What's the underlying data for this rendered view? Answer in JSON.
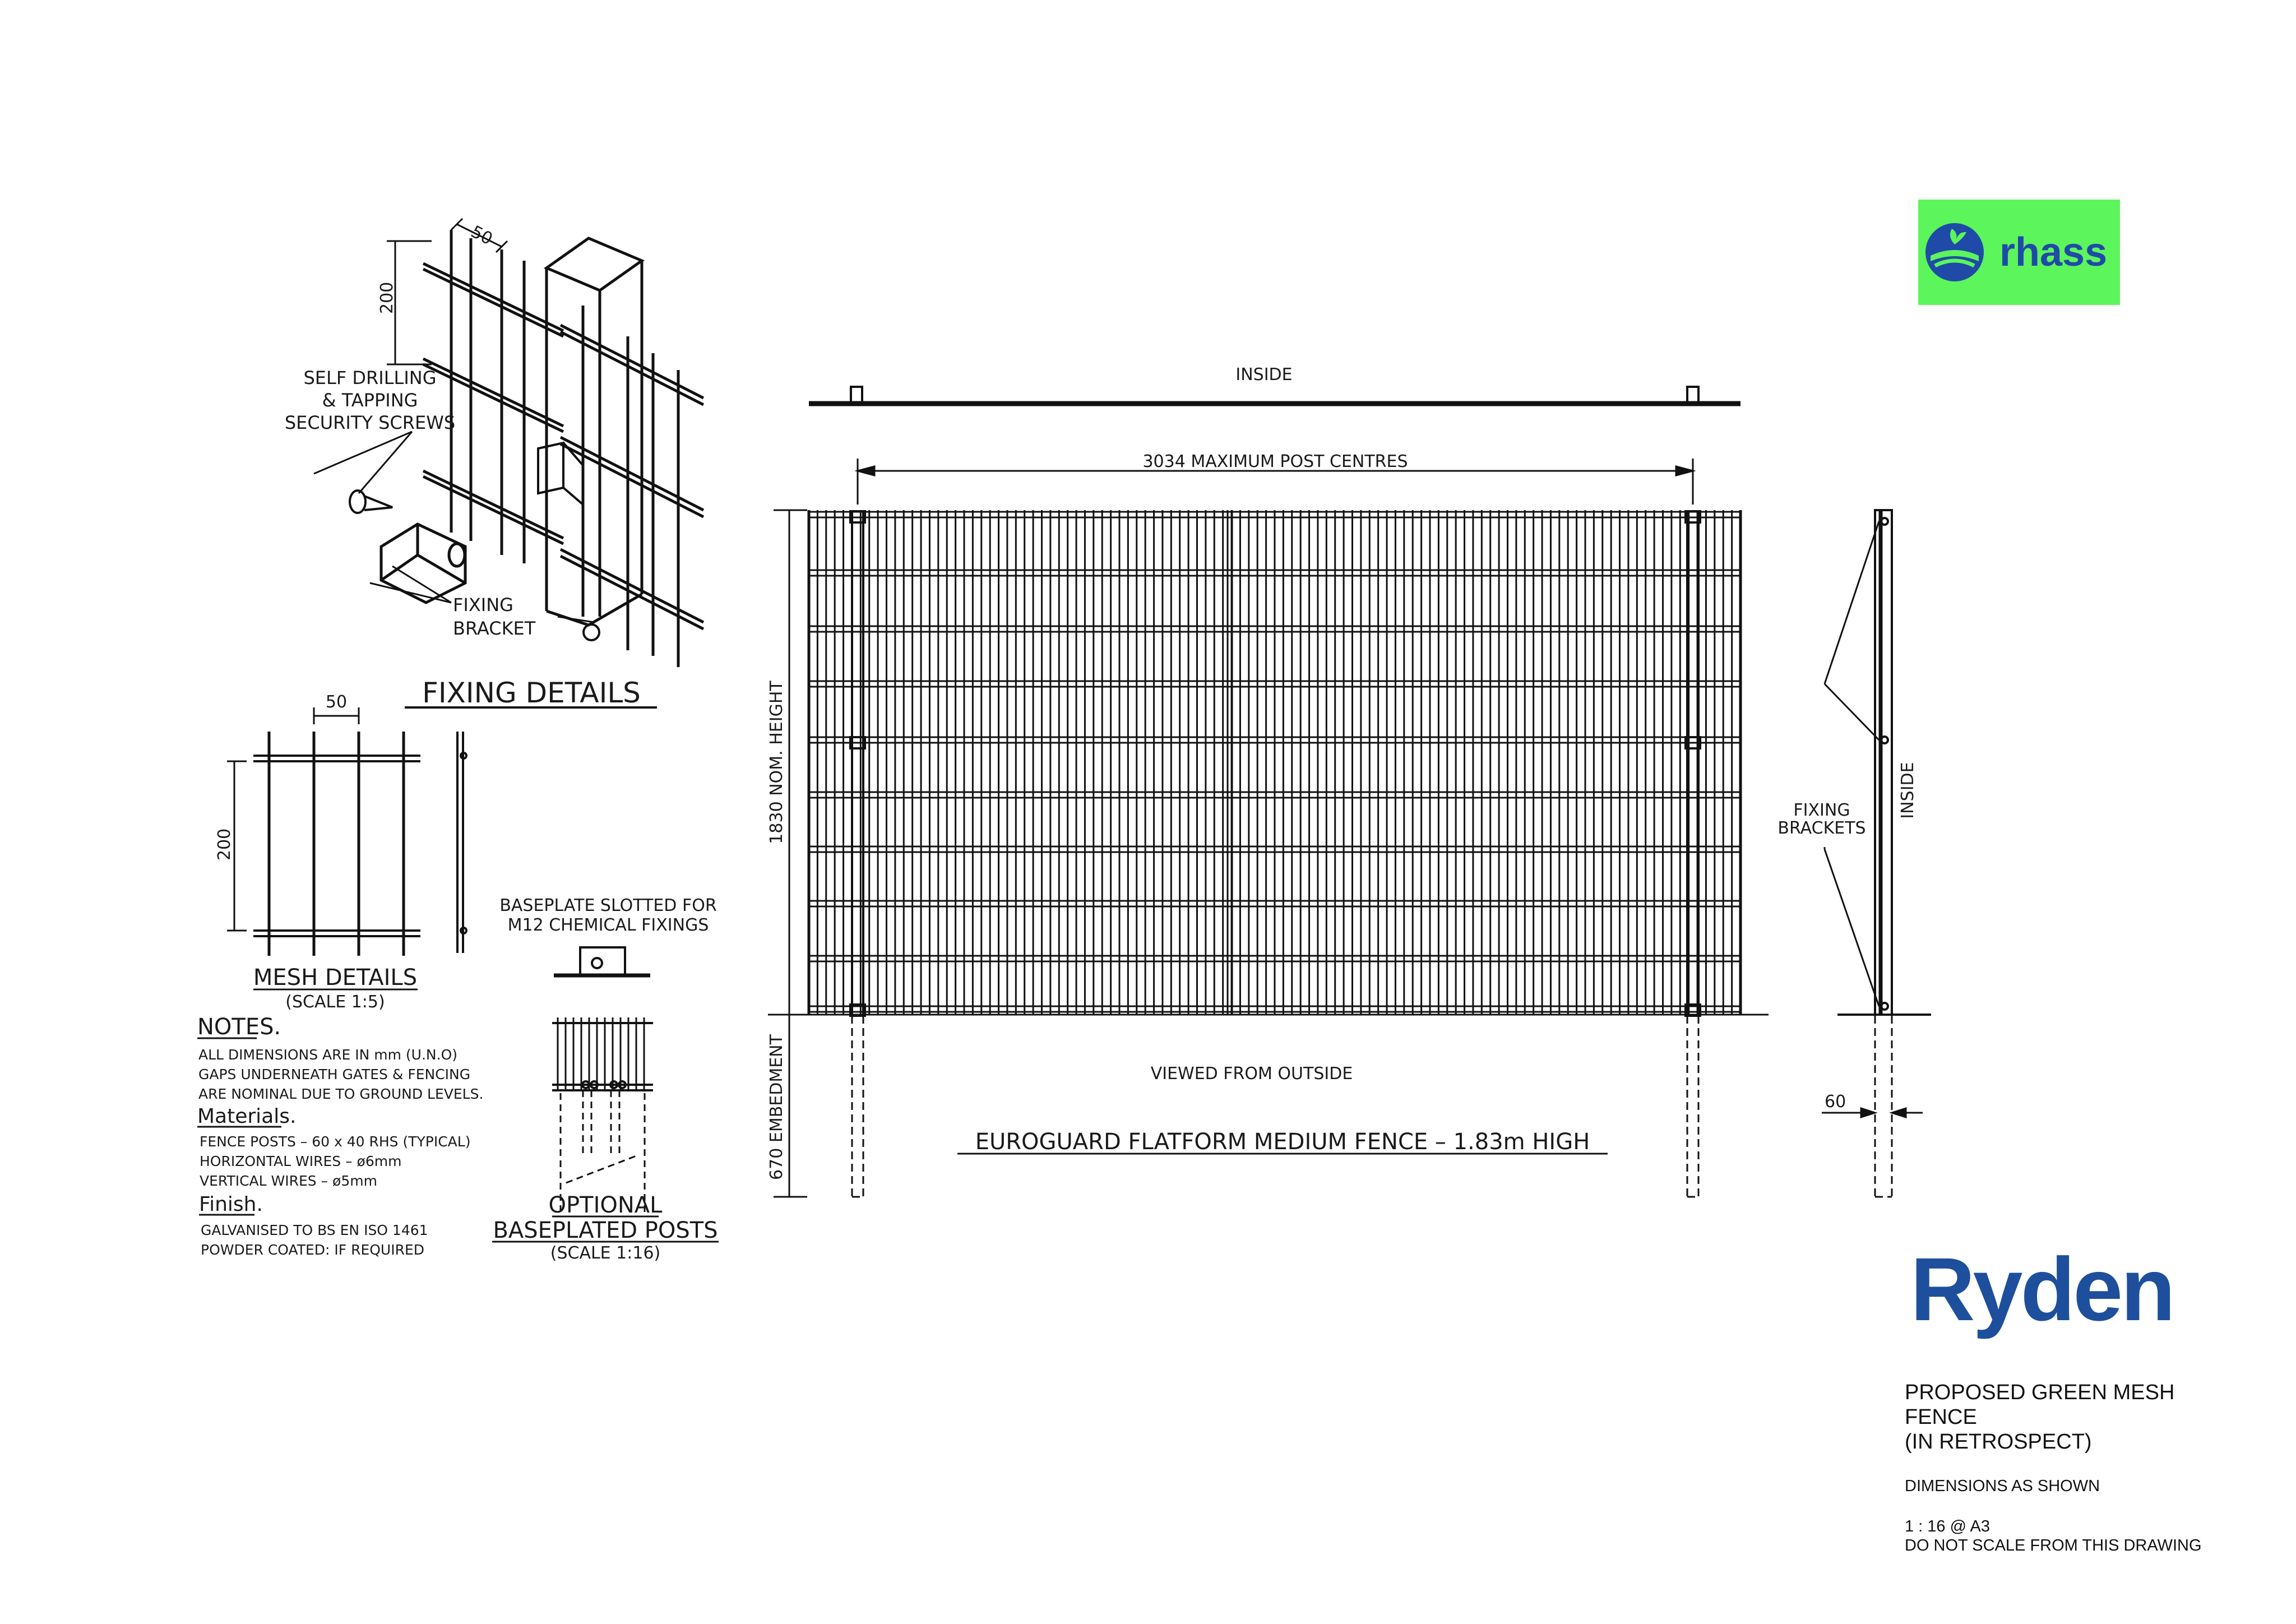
{
  "fixing_details": {
    "title": "FIXING DETAILS",
    "dim_spacing": "50",
    "dim_height": "200",
    "screws_label": [
      "SELF DRILLING",
      "& TAPPING",
      "SECURITY SCREWS"
    ],
    "bracket_label": [
      "FIXING",
      "BRACKET"
    ]
  },
  "mesh_details": {
    "title": "MESH DETAILS",
    "scale": "(SCALE 1:5)",
    "dim_spacing": "50",
    "dim_height": "200"
  },
  "notes": {
    "heading": "NOTES.",
    "lines": [
      "ALL DIMENSIONS ARE IN mm (U.N.O)",
      "GAPS UNDERNEATH GATES & FENCING",
      "ARE NOMINAL DUE TO GROUND LEVELS."
    ],
    "materials_heading": "Materials.",
    "materials": [
      "FENCE POSTS – 60 x 40 RHS (TYPICAL)",
      "HORIZONTAL WIRES – ø6mm",
      "VERTICAL WIRES – ø5mm"
    ],
    "finish_heading": "Finish.",
    "finish": [
      "GALVANISED TO BS EN ISO 1461",
      "POWDER COATED: IF REQUIRED"
    ]
  },
  "baseplate": {
    "label": [
      "BASEPLATE SLOTTED FOR",
      "M12 CHEMICAL FIXINGS"
    ],
    "title": [
      "OPTIONAL",
      "BASEPLATED POSTS"
    ],
    "scale": "(SCALE 1:16)"
  },
  "elevation": {
    "inside": "INSIDE",
    "post_centres": "3034 MAXIMUM POST CENTRES",
    "height": "1830 NOM. HEIGHT",
    "embedment": "670 EMBEDMENT",
    "viewed_from": "VIEWED FROM OUTSIDE",
    "title": "EUROGUARD FLATFORM MEDIUM FENCE – 1.83m HIGH"
  },
  "side_view": {
    "fixing_brackets": [
      "FIXING",
      "BRACKETS"
    ],
    "inside": "INSIDE",
    "dim_post": "60"
  },
  "logos": {
    "rhass": "rhass",
    "ryden": "Ryden",
    "rhass_bg": "#5cf55c",
    "rhass_fg": "#1f4aa8",
    "ryden_color": "#1d4f9c"
  },
  "title_block": {
    "title_lines": [
      "PROPOSED GREEN MESH",
      "FENCE",
      "(IN RETROSPECT)"
    ],
    "dimensions": "DIMENSIONS AS SHOWN",
    "scale": "1 : 16 @ A3",
    "warning": "DO NOT SCALE FROM THIS DRAWING"
  }
}
